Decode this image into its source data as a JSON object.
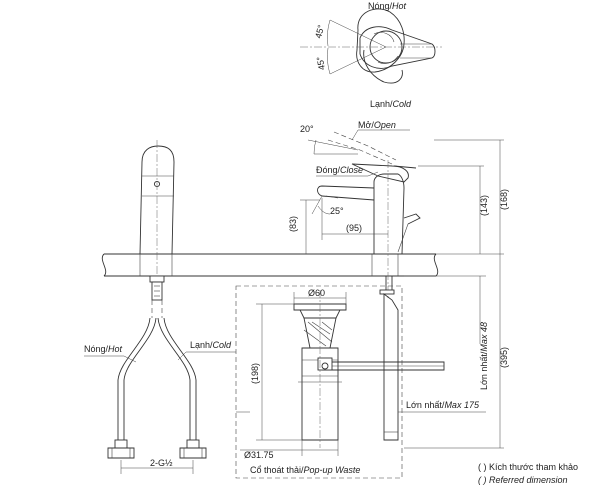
{
  "labels": {
    "hot_top": "Nóng/",
    "hot_top_it": "Hot",
    "cold_top": "Lạnh/",
    "cold_top_it": "Cold",
    "angle_45_a": "45°",
    "angle_45_b": "45°",
    "open": "Mở/",
    "open_it": "Open",
    "close": "Đóng/",
    "close_it": "Close",
    "angle_20": "20°",
    "angle_25": "25°",
    "dim_95": "(95)",
    "dim_83": "(83)",
    "dim_143": "(143)",
    "dim_168": "(168)",
    "dim_395": "(395)",
    "dim_60": "Ø60",
    "dim_198": "(198)",
    "dim_3175": "Ø31.75",
    "max48": "Lớn nhất/",
    "max48_it": "Max 48",
    "max175": "Lớn nhất/",
    "max175_it": "Max 175",
    "hot_hose": "Nóng/",
    "hot_hose_it": "Hot",
    "cold_hose": "Lạnh/",
    "cold_hose_it": "Cold",
    "thread": "2-G½",
    "waste": "Cổ thoát thải/",
    "waste_it": "Pop-up Waste",
    "note1": "( ) Kích thước tham khảo",
    "note2": "( ) Referred dimension"
  }
}
